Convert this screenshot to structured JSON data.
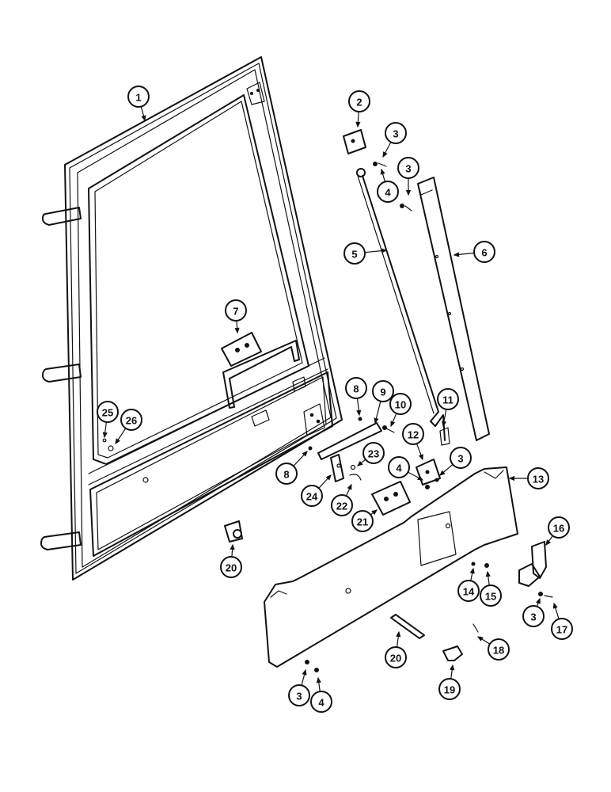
{
  "callouts": [
    {
      "id": "c1",
      "label": "1"
    },
    {
      "id": "c2",
      "label": "2"
    },
    {
      "id": "c3a",
      "label": "3"
    },
    {
      "id": "c3b",
      "label": "3"
    },
    {
      "id": "c4a",
      "label": "4"
    },
    {
      "id": "c5",
      "label": "5"
    },
    {
      "id": "c6",
      "label": "6"
    },
    {
      "id": "c7",
      "label": "7"
    },
    {
      "id": "c8a",
      "label": "8"
    },
    {
      "id": "c9",
      "label": "9"
    },
    {
      "id": "c10",
      "label": "10"
    },
    {
      "id": "c11",
      "label": "11"
    },
    {
      "id": "c12",
      "label": "12"
    },
    {
      "id": "c4b",
      "label": "4"
    },
    {
      "id": "c3c",
      "label": "3"
    },
    {
      "id": "c13",
      "label": "13"
    },
    {
      "id": "c25",
      "label": "25"
    },
    {
      "id": "c26",
      "label": "26"
    },
    {
      "id": "c8b",
      "label": "8"
    },
    {
      "id": "c23",
      "label": "23"
    },
    {
      "id": "c24",
      "label": "24"
    },
    {
      "id": "c22",
      "label": "22"
    },
    {
      "id": "c21",
      "label": "21"
    },
    {
      "id": "c20a",
      "label": "20"
    },
    {
      "id": "c16",
      "label": "16"
    },
    {
      "id": "c14",
      "label": "14"
    },
    {
      "id": "c15",
      "label": "15"
    },
    {
      "id": "c3d",
      "label": "3"
    },
    {
      "id": "c17",
      "label": "17"
    },
    {
      "id": "c18",
      "label": "18"
    },
    {
      "id": "c20b",
      "label": "20"
    },
    {
      "id": "c19",
      "label": "19"
    },
    {
      "id": "c3e",
      "label": "3"
    },
    {
      "id": "c4c",
      "label": "4"
    }
  ]
}
